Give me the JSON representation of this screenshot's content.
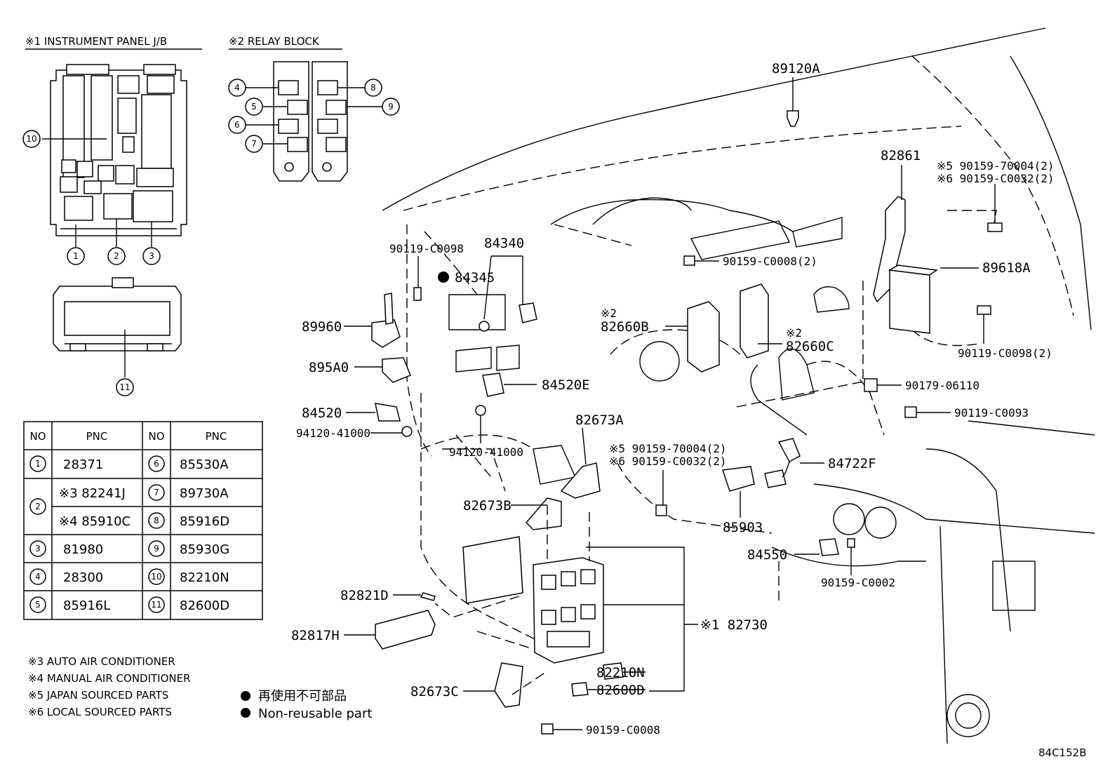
{
  "headers": {
    "jb": "※1 INSTRUMENT PANEL J/B",
    "relay": "※2 RELAY BLOCK"
  },
  "jb_callouts": [
    "1",
    "2",
    "3",
    "10",
    "11"
  ],
  "relay_callouts": [
    "4",
    "5",
    "6",
    "7",
    "8",
    "9"
  ],
  "table": {
    "headers": [
      "NO",
      "PNC",
      "NO",
      "PNC"
    ],
    "rows": [
      {
        "no": "1",
        "pnc": "28371",
        "no2": "6",
        "pnc2": "85530A"
      },
      {
        "no": "2",
        "pnc": "※3 82241J",
        "no2": "7",
        "pnc2": "89730A"
      },
      {
        "no": "",
        "pnc": "※4 85910C",
        "no2": "8",
        "pnc2": "85916D"
      },
      {
        "no": "3",
        "pnc": "81980",
        "no2": "9",
        "pnc2": "85930G"
      },
      {
        "no": "4",
        "pnc": "28300",
        "no2": "10",
        "pnc2": "82210N"
      },
      {
        "no": "5",
        "pnc": "85916L",
        "no2": "11",
        "pnc2": "82600D"
      }
    ]
  },
  "notes": [
    "※3 AUTO AIR CONDITIONER",
    "※4 MANUAL AIR CONDITIONER",
    "※5 JAPAN SOURCED PARTS",
    "※6 LOCAL SOURCED PARTS"
  ],
  "legend": {
    "jp": "再使用不可部品",
    "en": "Non-reusable part"
  },
  "labels": {
    "p89120A": "89120A",
    "p82861": "82861",
    "p90159_70004_top": "※5 90159-70004(2)",
    "p90159_C0032_top": "※6 90159-C0032(2)",
    "p90119_C0098": "90119-C0098",
    "p84340": "84340",
    "p84345": "84345",
    "p90159_C0008_2": "90159-C0008(2)",
    "p89618A": "89618A",
    "p89960": "89960",
    "p82660B_mark": "※2",
    "p82660B": "82660B",
    "p82660C_mark": "※2",
    "p82660C": "82660C",
    "p90119_C0098_2": "90119-C0098(2)",
    "p895A0": "895A0",
    "p84520E": "84520E",
    "p90179_06110": "90179-06110",
    "p84520": "84520",
    "p90119_C0093": "90119-C0093",
    "p94120_41000_a": "94120-41000",
    "p82673A": "82673A",
    "p94120_41000_b": "94120-41000",
    "p90159_70004_mid": "※5 90159-70004(2)",
    "p90159_C0032_mid": "※6 90159-C0032(2)",
    "p84722F": "84722F",
    "p82673B": "82673B",
    "p85903": "85903",
    "p84550": "84550",
    "p90159_C0002": "90159-C0002",
    "p82821D": "82821D",
    "p82730": "※1 82730",
    "p82817H": "82817H",
    "p82210N": "82210N",
    "p82673C": "82673C",
    "p82600D": "82600D",
    "p90159_C0008": "90159-C0008"
  },
  "diagram_code": "84C152B"
}
